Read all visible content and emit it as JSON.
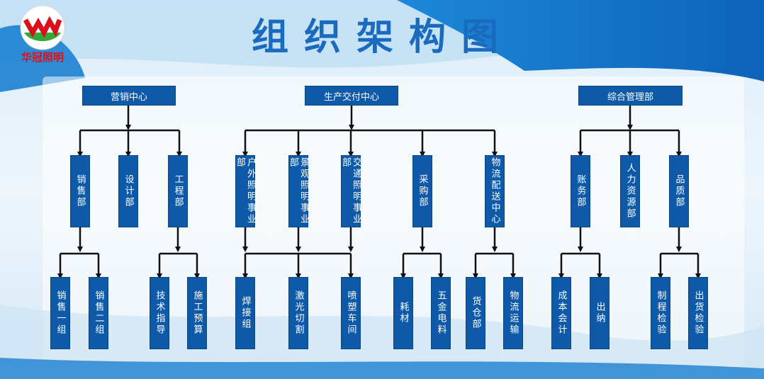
{
  "logo": {
    "text": "华冠照明"
  },
  "title": "组织架构图",
  "colors": {
    "box": "#0e5aa8",
    "title": "#1a6bbf",
    "logo_red": "#d8111b",
    "logo_green": "#35a83b",
    "line": "#111111"
  },
  "centers": {
    "marketing": {
      "label": "营销中心",
      "departments": [
        {
          "label": "销售部",
          "teams": [
            "销售一组",
            "销售二组"
          ]
        },
        {
          "label": "设计部",
          "teams": []
        },
        {
          "label": "工程部",
          "teams": [
            "技术指导",
            "施工预算"
          ]
        }
      ]
    },
    "delivery": {
      "label": "生产交付中心",
      "departments": [
        {
          "label": "户外照明事业部"
        },
        {
          "label": "景观照明事业部"
        },
        {
          "label": "交通照明事业部"
        },
        {
          "label": "采购部",
          "teams": [
            "耗材",
            "五金电料"
          ]
        },
        {
          "label": "物流配送中心",
          "teams": [
            "货仓部",
            "物流运输"
          ]
        }
      ],
      "workshops": [
        "焊接组",
        "激光切割",
        "喷塑车间"
      ]
    },
    "admin": {
      "label": "综合管理部",
      "departments": [
        {
          "label": "账务部",
          "teams": [
            "成本会计",
            "出纳"
          ]
        },
        {
          "label": "人力资源部",
          "teams": []
        },
        {
          "label": "品质部",
          "teams": [
            "制程检验",
            "出货检验"
          ]
        }
      ]
    }
  }
}
